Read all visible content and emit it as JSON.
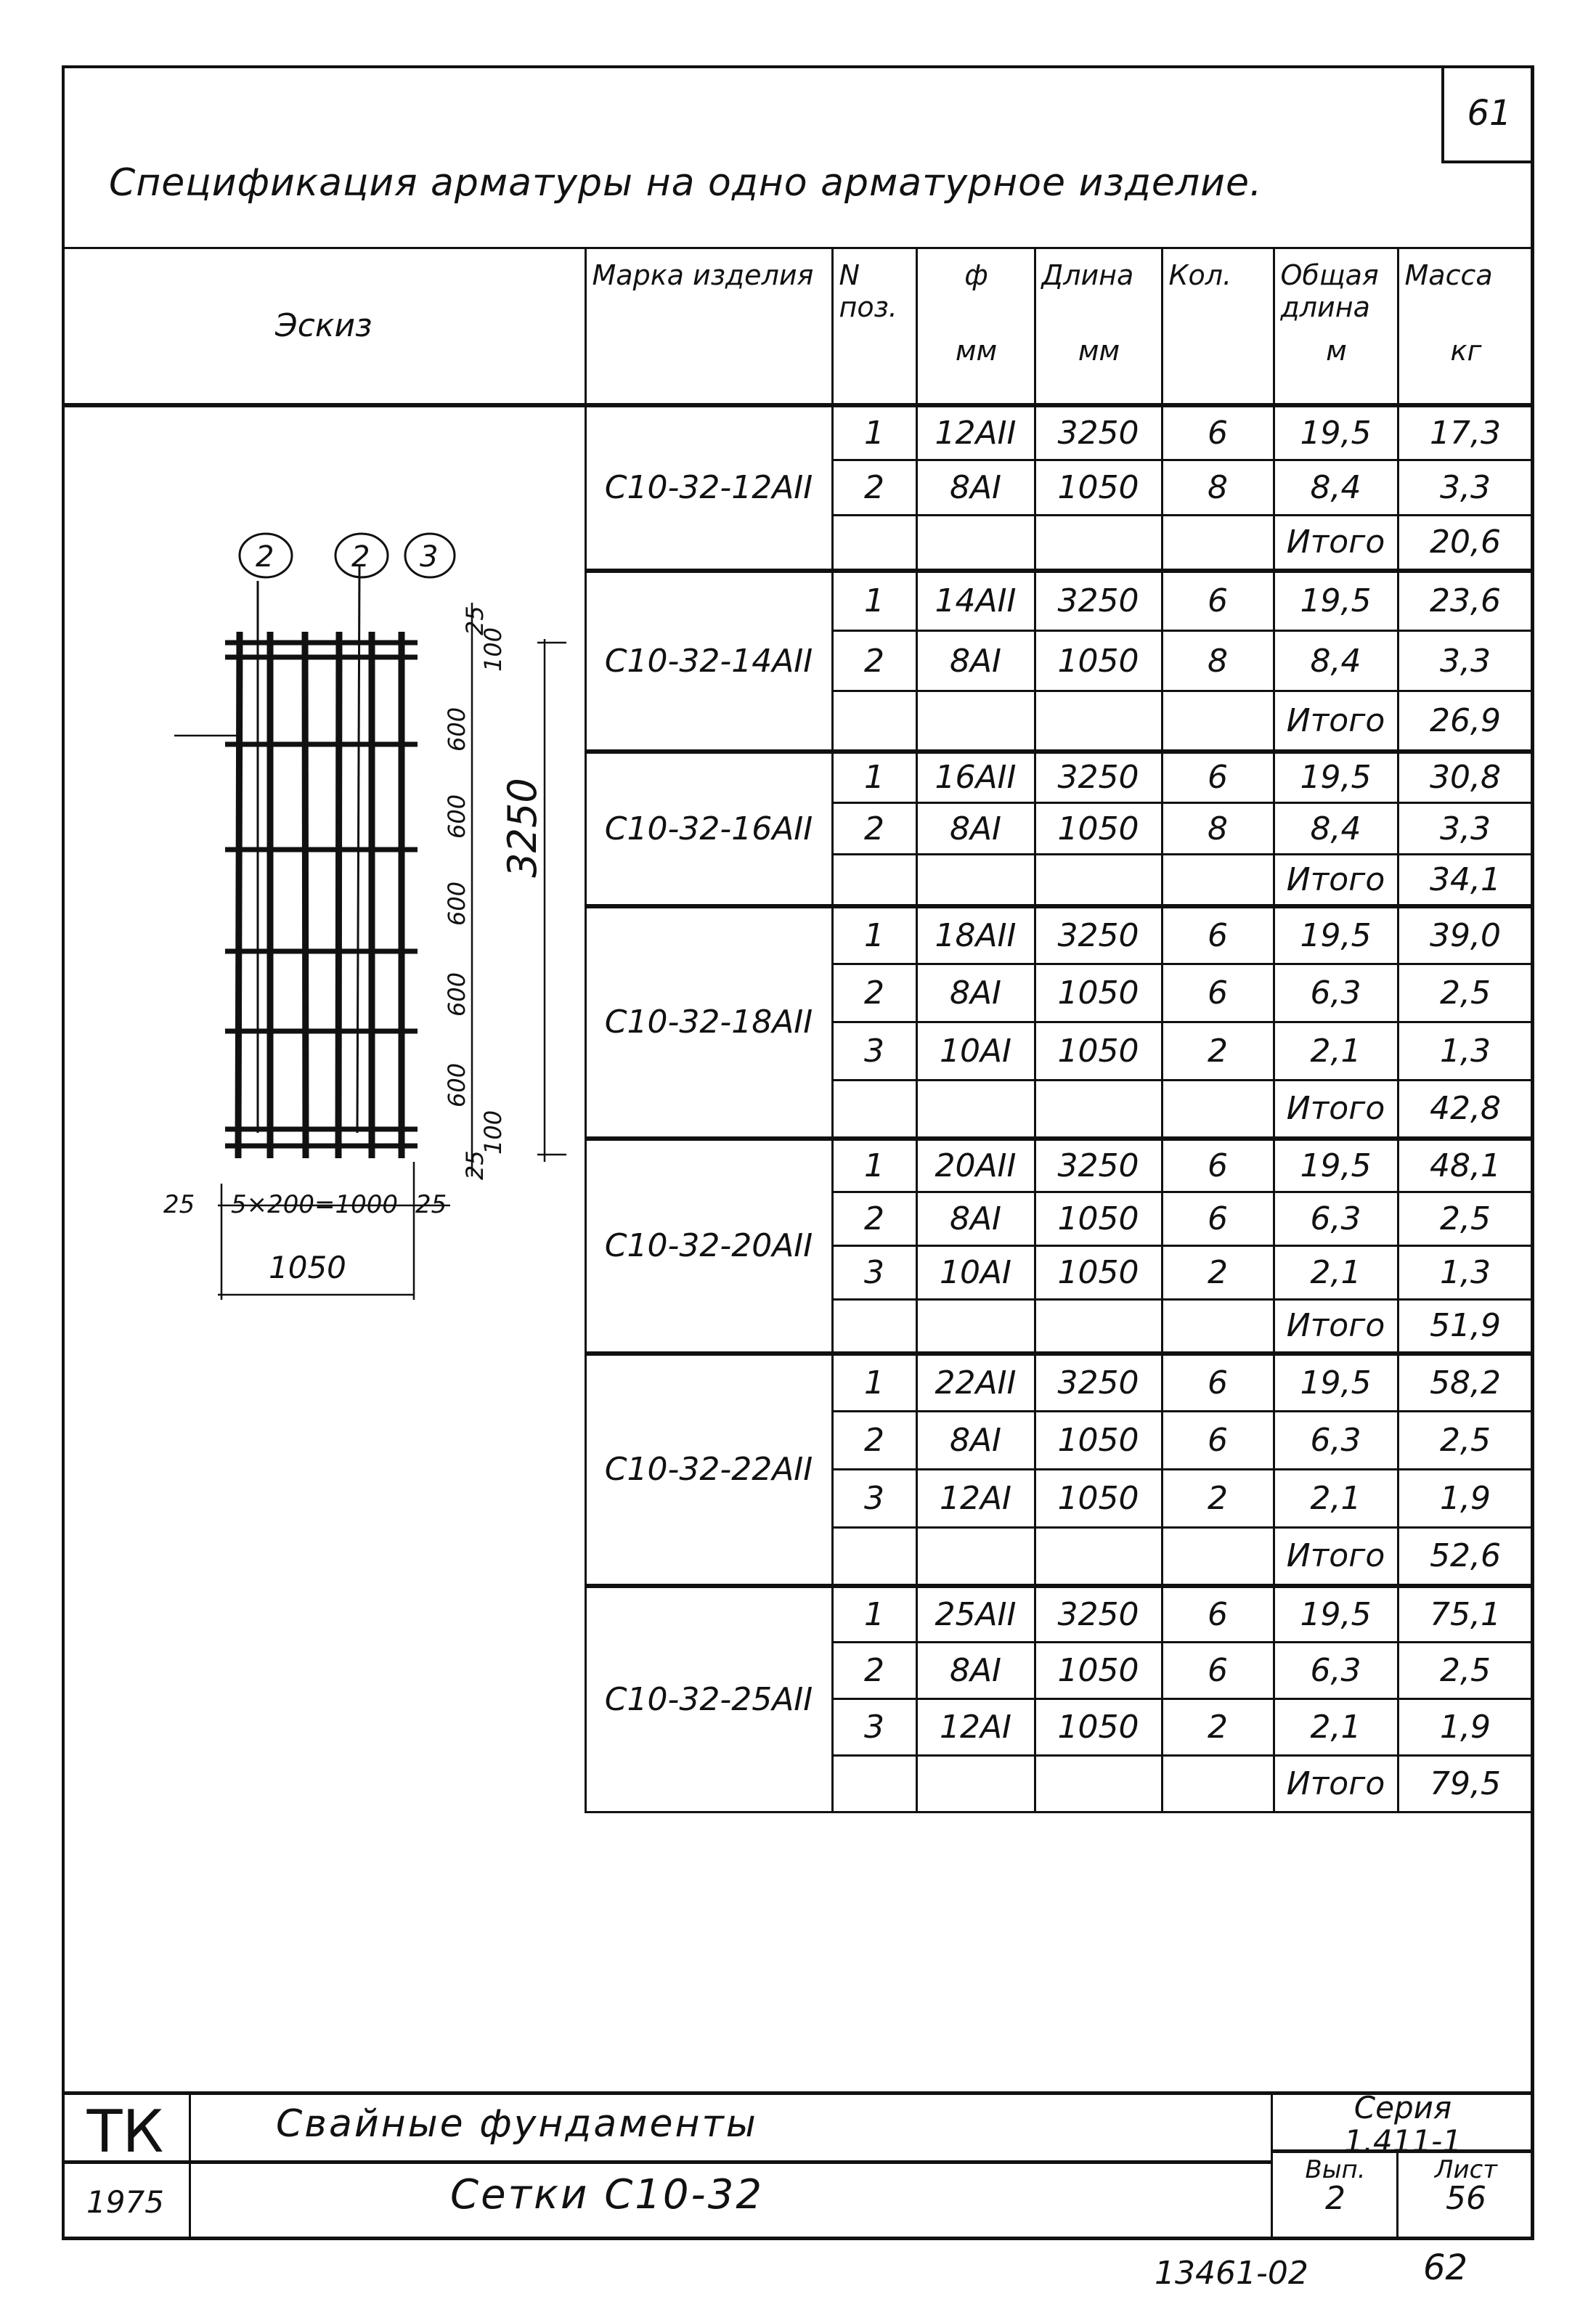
{
  "page_number": "61",
  "title": "Спецификация арматуры на одно арматурное изделие.",
  "table": {
    "headers": {
      "sketch": "Эскиз",
      "mark": "Марка изделия",
      "pos": "N поз.",
      "dia": "ф",
      "dia_unit": "мм",
      "length": "Длина",
      "length_unit": "мм",
      "qty": "Кол.",
      "total_length": "Общая длина",
      "total_length_unit": "м",
      "mass": "Масса",
      "mass_unit": "кг"
    },
    "total_label": "Итого",
    "groups": [
      {
        "mark": "С10-32-12АII",
        "total": "20,6",
        "rows": [
          {
            "pos": "1",
            "dia": "12АII",
            "length": "3250",
            "qty": "6",
            "total_length": "19,5",
            "mass": "17,3"
          },
          {
            "pos": "2",
            "dia": "8АI",
            "length": "1050",
            "qty": "8",
            "total_length": "8,4",
            "mass": "3,3"
          }
        ]
      },
      {
        "mark": "С10-32-14АII",
        "total": "26,9",
        "rows": [
          {
            "pos": "1",
            "dia": "14АII",
            "length": "3250",
            "qty": "6",
            "total_length": "19,5",
            "mass": "23,6"
          },
          {
            "pos": "2",
            "dia": "8АI",
            "length": "1050",
            "qty": "8",
            "total_length": "8,4",
            "mass": "3,3"
          }
        ]
      },
      {
        "mark": "С10-32-16АII",
        "total": "34,1",
        "rows": [
          {
            "pos": "1",
            "dia": "16АII",
            "length": "3250",
            "qty": "6",
            "total_length": "19,5",
            "mass": "30,8"
          },
          {
            "pos": "2",
            "dia": "8АI",
            "length": "1050",
            "qty": "8",
            "total_length": "8,4",
            "mass": "3,3"
          }
        ]
      },
      {
        "mark": "С10-32-18АII",
        "total": "42,8",
        "rows": [
          {
            "pos": "1",
            "dia": "18АII",
            "length": "3250",
            "qty": "6",
            "total_length": "19,5",
            "mass": "39,0"
          },
          {
            "pos": "2",
            "dia": "8АI",
            "length": "1050",
            "qty": "6",
            "total_length": "6,3",
            "mass": "2,5"
          },
          {
            "pos": "3",
            "dia": "10АI",
            "length": "1050",
            "qty": "2",
            "total_length": "2,1",
            "mass": "1,3"
          }
        ]
      },
      {
        "mark": "С10-32-20АII",
        "total": "51,9",
        "rows": [
          {
            "pos": "1",
            "dia": "20АII",
            "length": "3250",
            "qty": "6",
            "total_length": "19,5",
            "mass": "48,1"
          },
          {
            "pos": "2",
            "dia": "8АI",
            "length": "1050",
            "qty": "6",
            "total_length": "6,3",
            "mass": "2,5"
          },
          {
            "pos": "3",
            "dia": "10АI",
            "length": "1050",
            "qty": "2",
            "total_length": "2,1",
            "mass": "1,3"
          }
        ]
      },
      {
        "mark": "С10-32-22АII",
        "total": "52,6",
        "rows": [
          {
            "pos": "1",
            "dia": "22АII",
            "length": "3250",
            "qty": "6",
            "total_length": "19,5",
            "mass": "58,2"
          },
          {
            "pos": "2",
            "dia": "8АI",
            "length": "1050",
            "qty": "6",
            "total_length": "6,3",
            "mass": "2,5"
          },
          {
            "pos": "3",
            "dia": "12АI",
            "length": "1050",
            "qty": "2",
            "total_length": "2,1",
            "mass": "1,9"
          }
        ]
      },
      {
        "mark": "С10-32-25АII",
        "total": "79,5",
        "rows": [
          {
            "pos": "1",
            "dia": "25АII",
            "length": "3250",
            "qty": "6",
            "total_length": "19,5",
            "mass": "75,1"
          },
          {
            "pos": "2",
            "dia": "8АI",
            "length": "1050",
            "qty": "6",
            "total_length": "6,3",
            "mass": "2,5"
          },
          {
            "pos": "3",
            "dia": "12АI",
            "length": "1050",
            "qty": "2",
            "total_length": "2,1",
            "mass": "1,9"
          }
        ]
      }
    ]
  },
  "sketch": {
    "callouts": [
      "2",
      "2",
      "3"
    ],
    "dim_total_height": "3250",
    "dim_segments": [
      "25",
      "100",
      "600",
      "600",
      "600",
      "600",
      "600",
      "100",
      "25"
    ],
    "dim_bottom_left": "25",
    "dim_bottom_mid": "5×200=1000",
    "dim_bottom_right": "25",
    "dim_total_width": "1050"
  },
  "title_block": {
    "org": "ТК",
    "year": "1975",
    "title1": "Свайные фундаменты",
    "title2": "Сетки С10-32",
    "series_label": "Серия",
    "series_value": "1.411-1",
    "issue_label": "Вып.",
    "issue_value": "2",
    "sheet_label": "Лист",
    "sheet_value": "56"
  },
  "bottom_code": "13461-02",
  "bottom_page": "62"
}
